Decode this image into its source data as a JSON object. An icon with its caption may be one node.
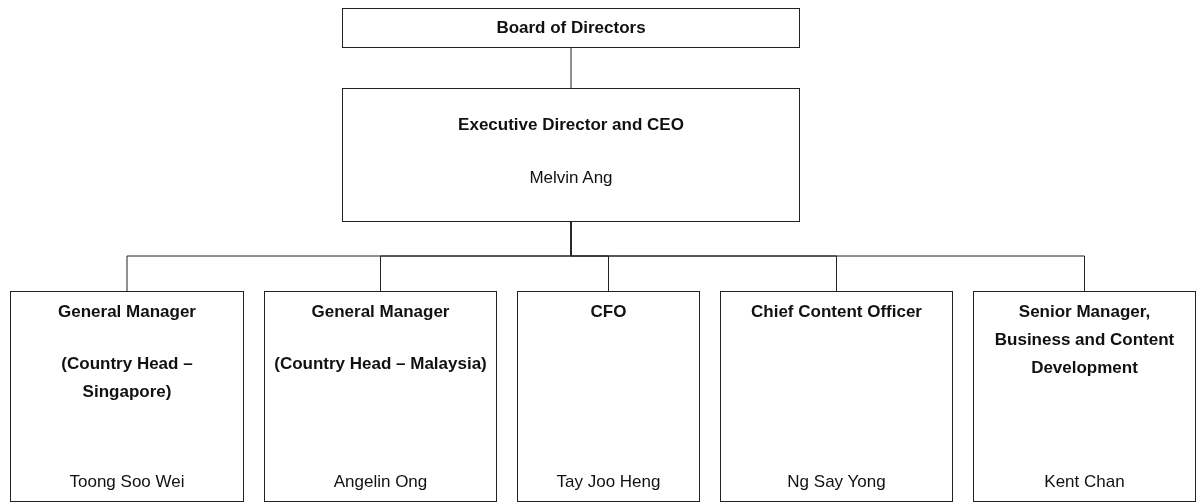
{
  "diagram": {
    "nodes": [
      {
        "text": [
          "Board of Directors"
        ]
      },
      {
        "text": [
          "Executive Director and CEO",
          "Melvin Ang"
        ]
      },
      {
        "text": [
          "General Manager",
          "(Country Head – Singapore)",
          "Toong Soo Wei"
        ]
      },
      {
        "text": [
          "General Manager",
          "(Country Head – Malaysia)",
          "Angelin Ong"
        ]
      },
      {
        "text": [
          "CFO",
          "Tay Joo Heng"
        ]
      },
      {
        "text": [
          "Chief Content Officer",
          "Ng Say Yong"
        ]
      },
      {
        "text": [
          "Senior Manager, Business and Content Development",
          "Kent Chan"
        ]
      }
    ],
    "edges": [
      {
        "from": 0,
        "to": 1,
        "arrow": "none"
      },
      {
        "from": 1,
        "to": 2,
        "arrow": "none"
      },
      {
        "from": 1,
        "to": 3,
        "arrow": "none"
      },
      {
        "from": 1,
        "to": 4,
        "arrow": "none"
      },
      {
        "from": 1,
        "to": 5,
        "arrow": "none"
      },
      {
        "from": 1,
        "to": 6,
        "arrow": "none"
      }
    ]
  }
}
